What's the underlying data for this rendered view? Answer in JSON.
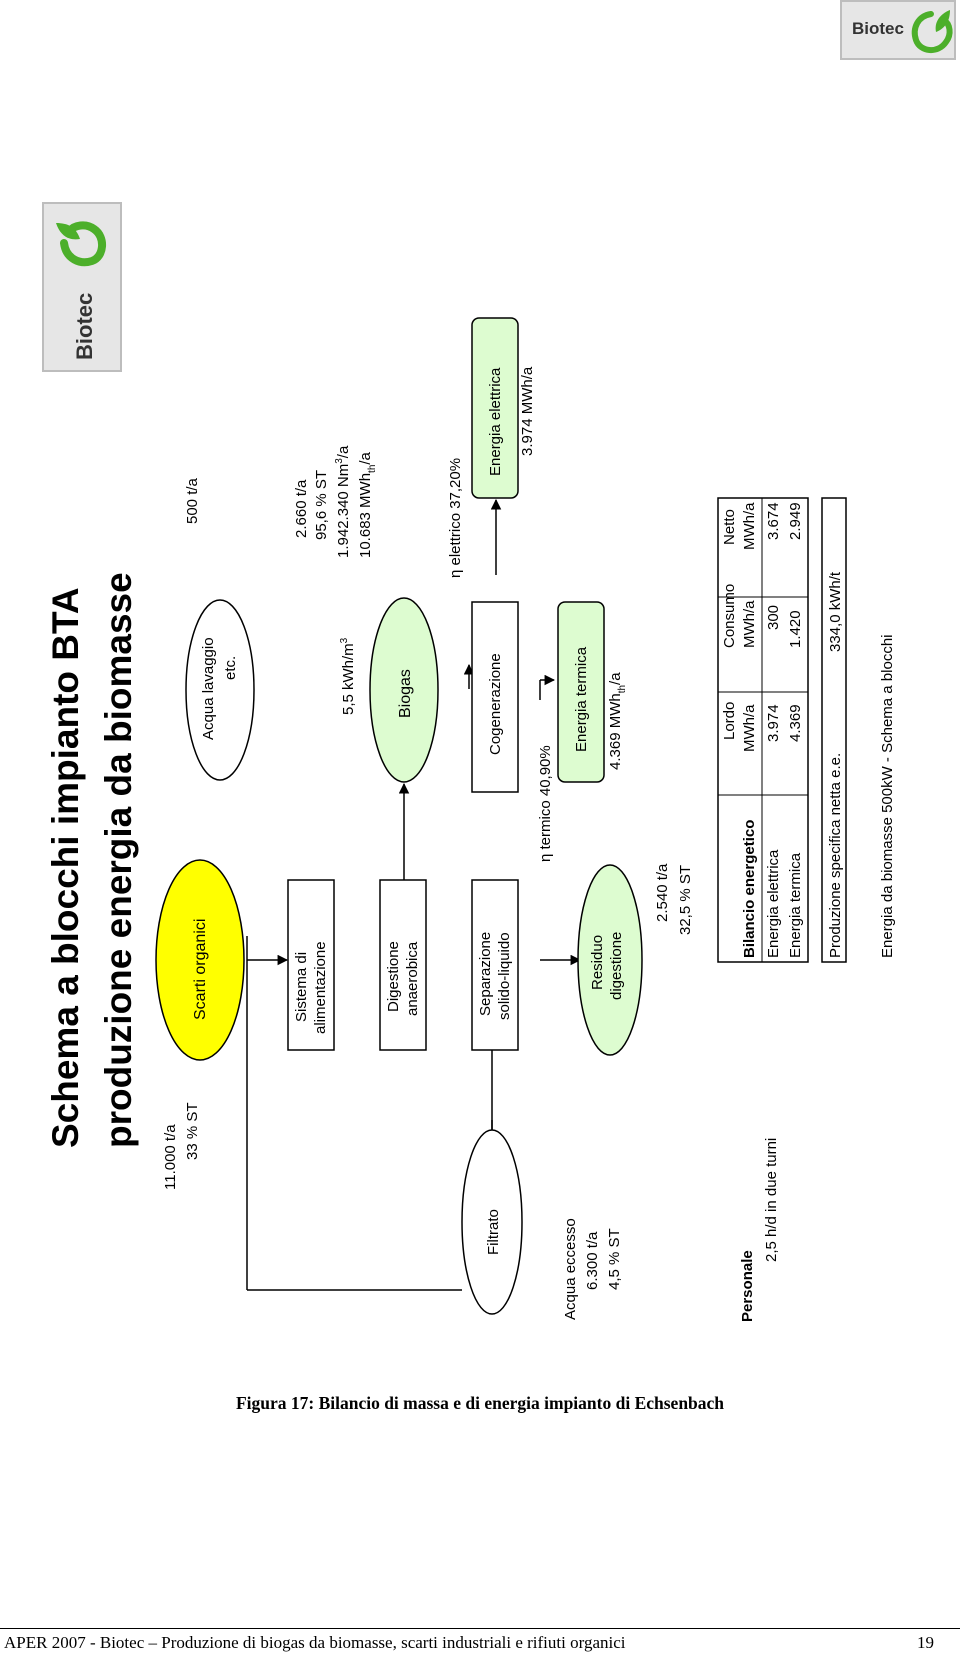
{
  "brand": {
    "name": "Biotec",
    "accent_green": "#4caf2a",
    "highlight_yellow": "#ffff00",
    "node_green": "#ddfcd0"
  },
  "slide": {
    "title_line1": "Schema a blocchi impianto BTA",
    "title_line2": "produzione energia da biomasse",
    "nodes": {
      "scarti": "Scarti organici",
      "acqua_lavaggio_1": "Acqua lavaggio",
      "acqua_lavaggio_2": "etc.",
      "sistema_1": "Sistema di",
      "sistema_2": "alimentazione",
      "digestione_1": "Digestione",
      "digestione_2": "anaerobica",
      "biogas": "Biogas",
      "separazione_1": "Separazione",
      "separazione_2": "solido-liquido",
      "cogenerazione": "Cogenerazione",
      "energia_elettrica": "Energia elettrica",
      "energia_termica": "Energia termica",
      "residuo_1": "Residuo",
      "residuo_2": "digestione",
      "filtrato": "Filtrato"
    },
    "labels": {
      "input_qty": "11.000  t/a",
      "input_st": "33 % ST",
      "acqua_qty": "500 t/a",
      "biogas_yield": "5,5 kWh/m",
      "biogas_yield_sup": "3",
      "out_1": "2.660 t/a",
      "out_2": "95,6 % ST",
      "out_3": "1.942.340 Nm",
      "out_3_sup": "3",
      "out_3_tail": "/a",
      "out_4": "10.683 MWh",
      "out_4_sub": "th",
      "out_4_tail": "/a",
      "eta_el": "η elettrico 37,20%",
      "energia_el_val": "3.974 MWh/a",
      "eta_th": "η termico  40,90%",
      "energia_th_val": "4.369 MWh",
      "energia_th_sub": "th",
      "energia_th_tail": "/a",
      "residuo_1": "2.540 t/a",
      "residuo_2": "32,5 % ST",
      "acqua_eccesso_1": "Acqua eccesso",
      "acqua_eccesso_2": "6.300 t/a",
      "acqua_eccesso_3": "4,5 % ST",
      "personale_head": "Personale",
      "personale_val": "2,5 h/d in due turni"
    },
    "balance_table": {
      "header": [
        "Bilancio energetico",
        "Lordo",
        "Consumo",
        "Netto"
      ],
      "units": [
        "",
        "MWh/a",
        "MWh/a",
        "MWh/a"
      ],
      "rows": [
        [
          "Energia elettrica",
          "3.974",
          "300",
          "3.674"
        ],
        [
          "Energia termica",
          "4.369",
          "1.420",
          "2.949"
        ]
      ]
    },
    "specific_production": {
      "label": "Produzione specifica netta e.e.",
      "value": "334,0  kWh/t"
    },
    "slide_caption": "Energia da biomasse 500kW - Schema a blocchi"
  },
  "caption": "Figura 17: Bilancio di massa e di energia impianto di Echsenbach",
  "footer": {
    "text": "APER 2007 - Biotec – Produzione di biogas da biomasse, scarti industriali e rifiuti organici",
    "page": "19"
  }
}
